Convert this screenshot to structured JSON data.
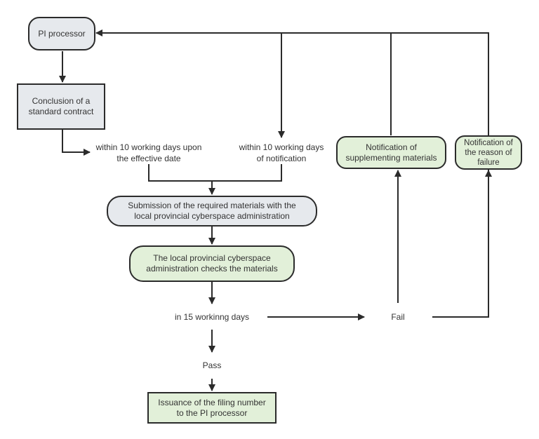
{
  "nodes": {
    "pi_processor": "PI processor",
    "conclusion": "Conclusion of a\nstandard contract",
    "submission": "Submission of the required materials with the\nlocal provincial cyberspace administration",
    "checks": "The local provincial cyberspace\nadministration checks the materials",
    "supplement": "Notification of\nsupplementing materials",
    "failure": "Notification of\nthe reason of\nfailure",
    "issuance": "Issuance of the filing number\nto the PI processor"
  },
  "labels": {
    "effective_date": "within 10 working days upon\nthe effective date",
    "notification": "within 10 working days\nof notification",
    "fifteen_days": "in 15 workinng days",
    "fail": "Fail",
    "pass": "Pass"
  },
  "colors": {
    "grey_fill": "#e6e9ed",
    "green_fill": "#e2f0d9",
    "stroke": "#2b2b2b"
  }
}
